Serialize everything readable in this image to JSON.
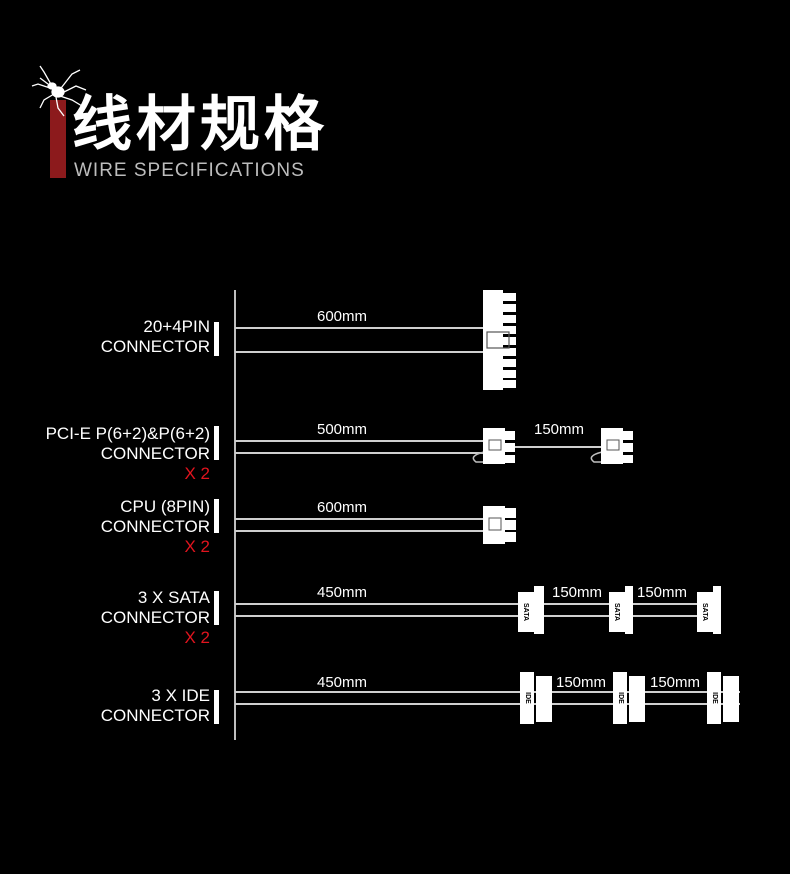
{
  "header": {
    "title_cn": "线材规格",
    "title_en": "WIRE SPECIFICATIONS",
    "icon": "spider-icon",
    "accent_color": "#8c1a1c"
  },
  "connectors": [
    {
      "line1": "20+4PIN",
      "line2": "CONNECTOR",
      "qty": "",
      "lengths": [
        "600mm"
      ]
    },
    {
      "line1": "PCI-E P(6+2)&P(6+2)",
      "line2": "CONNECTOR",
      "qty": "X 2",
      "lengths": [
        "500mm",
        "150mm"
      ]
    },
    {
      "line1": "CPU (8PIN)",
      "line2": "CONNECTOR",
      "qty": "X 2",
      "lengths": [
        "600mm"
      ]
    },
    {
      "line1": "3 X SATA",
      "line2": "CONNECTOR",
      "qty": "X 2",
      "lengths": [
        "450mm",
        "150mm",
        "150mm"
      ],
      "plug_label": "SATA"
    },
    {
      "line1": "3 X IDE",
      "line2": "CONNECTOR",
      "qty": "",
      "lengths": [
        "450mm",
        "150mm",
        "150mm"
      ],
      "plug_label": "IDE"
    }
  ],
  "colors": {
    "qty_red": "#e0141e",
    "wire": "#bfbfbf"
  }
}
